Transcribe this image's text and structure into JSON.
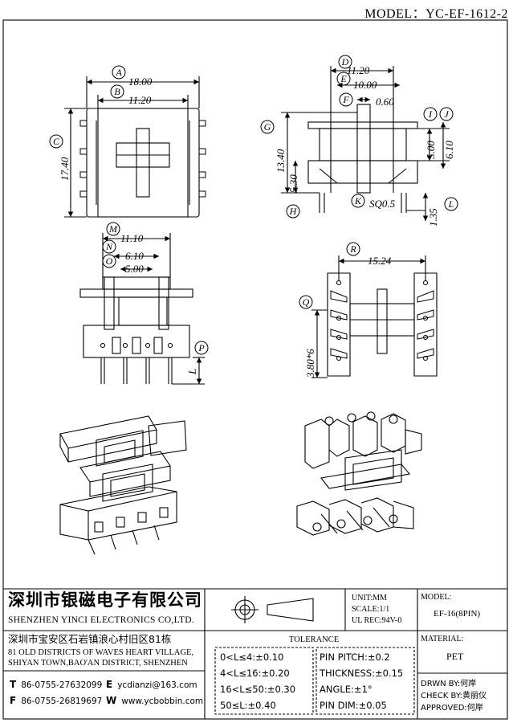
{
  "model_line": "MODEL：YC-EF-1612-2",
  "dims": {
    "A": "18.00",
    "B": "11.20",
    "C": "17.40",
    "D": "11.20",
    "E": "10.00",
    "F": "0.60",
    "G": "13.40",
    "H": "5.30",
    "I": "5.00",
    "J": "6.10",
    "K": "SQ0.5",
    "L": "1.35",
    "M": "11.10",
    "N": "6.10",
    "O": "5.00",
    "P": "L",
    "R": "15.24",
    "Q": "3.80*6"
  },
  "callouts": [
    "A",
    "B",
    "C",
    "D",
    "E",
    "F",
    "G",
    "H",
    "I",
    "J",
    "K",
    "L",
    "M",
    "N",
    "O",
    "P",
    "Q",
    "R"
  ],
  "company": {
    "cn_name": "深圳市银磁电子有限公司",
    "en_name": "SHENZHEN YINCI ELECTRONICS CO,LTD.",
    "addr_cn": "深圳市宝安区石岩镇浪心村旧区81栋",
    "addr_en1": "81 OLD DISTRICTS OF WAVES HEART VILLAGE,",
    "addr_en2": "SHIYAN TOWN,BAO'AN DISTRICT, SHENZHEN",
    "t_letter": "T",
    "tel": "86-0755-27632099",
    "e_letter": "E",
    "email": "ycdianzi@163.com",
    "f_letter": "F",
    "fax": "86-0755-26819697",
    "w_letter": "W",
    "web": "www.ycbobbin.com"
  },
  "specs": {
    "unit": "UNIT:MM",
    "scale": "SCALE:1/1",
    "ul": "UL REC:94V-0"
  },
  "tolerance": {
    "title": "TOLERANCE",
    "left": [
      "0<L≤4:±0.10",
      "4<L≤16:±0.20",
      "16<L≤50:±0.30",
      "50≤L:±0.40"
    ],
    "right": [
      "PIN PITCH:±0.2",
      "THICKNESS:±0.15",
      "ANGLE:±1°",
      "PIN DIM:±0.05"
    ]
  },
  "model_box": {
    "label": "MODEL:",
    "value": "EF-16(8PIN)"
  },
  "material_box": {
    "label": "MATERIAL:",
    "value": "PET"
  },
  "sign": {
    "drawn": "DRWN BY:何岸",
    "check": "CHECK BY:黄丽仪",
    "approved": "APPROVED:何岸"
  }
}
